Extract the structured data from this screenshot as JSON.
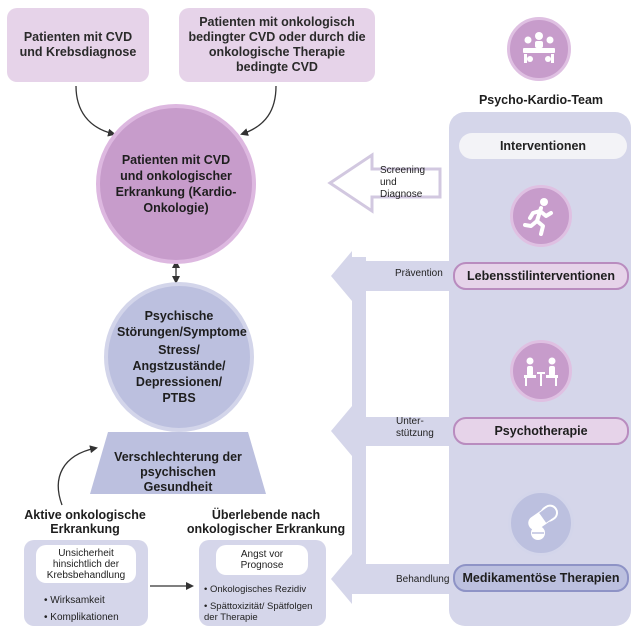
{
  "top_boxes": {
    "left": "Patienten mit CVD und Krebsdiagnose",
    "right": "Patienten mit onkologisch bedingter CVD oder durch die onkologische Therapie bedingte CVD"
  },
  "main_circle": "Patienten mit CVD und onkologischer Erkrankung (Kardio-Onkologie)",
  "psych_circle": {
    "title": "Psychische Störungen/Symptome",
    "body": "Stress/ Angstzustände/ Depressionen/ PTBS"
  },
  "deterioration": "Verschlechterung der psychischen Gesundheit",
  "active": {
    "heading": "Aktive onkologische Erkrankung",
    "box_title": "Unsicherheit hinsichtlich der Krebsbehandlung",
    "items": [
      "• Wirksamkeit",
      "• Komplikationen"
    ]
  },
  "survivors": {
    "heading": "Überlebende nach onkologischer Erkrankung",
    "box_title": "Angst vor Prognose",
    "items": [
      "• Onkologisches Rezidiv",
      "• Spättoxizität/ Spätfolgen der Therapie"
    ]
  },
  "arrows": {
    "screening": "Screening und Diagnose",
    "prevention": "Prävention",
    "support": "Unter-stützung",
    "treatment": "Behandlung"
  },
  "team": {
    "title": "Psycho-Kardio-Team",
    "interventions": "Interventionen",
    "lifestyle": "Lebensstilinterventionen",
    "psychotherapy": "Psychotherapie",
    "medication": "Medikamentöse Therapien"
  },
  "colors": {
    "pink_light": "#e6d3e9",
    "purple_circle": "#c79ccb",
    "lavender_panel": "#d5d6ea",
    "blue_circle": "#bcc0df"
  }
}
